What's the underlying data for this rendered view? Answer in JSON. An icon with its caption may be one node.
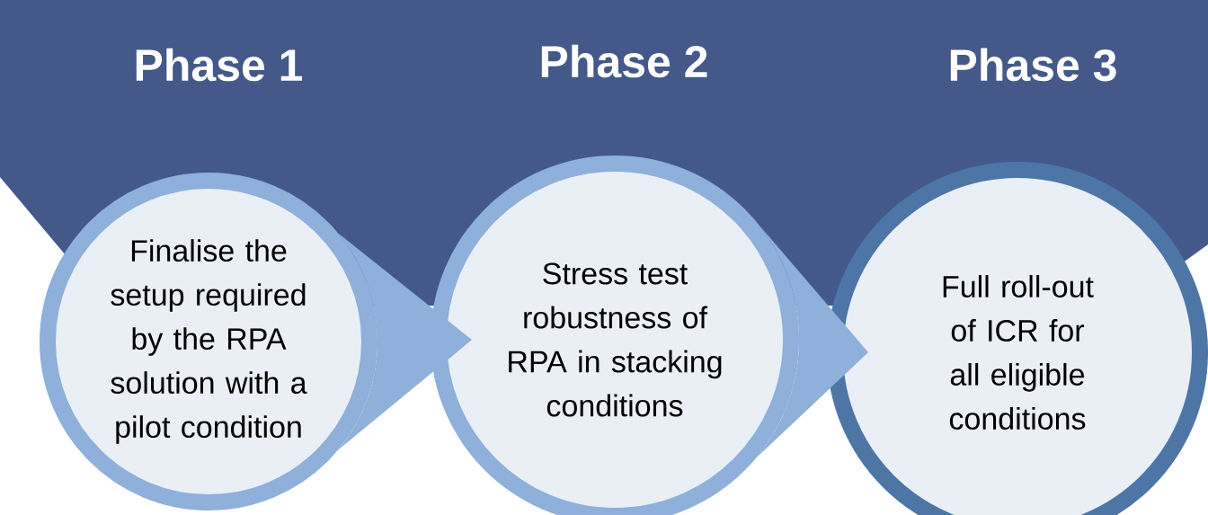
{
  "diagram": {
    "nodes": [
      {
        "text": [
          "Finalise the setup required by the RPA solution with a pilot condition"
        ]
      },
      {
        "text": [
          "Stress test robustness of RPA in stacking conditions"
        ]
      },
      {
        "text": [
          "Full roll-out of ICR for all eligible conditions"
        ]
      }
    ],
    "edges": [
      {
        "from": 0,
        "to": 1,
        "arrow": "to"
      },
      {
        "from": 1,
        "to": 2,
        "arrow": "to"
      }
    ],
    "labels": [
      "Phase 1",
      "Phase 2",
      "Phase 3"
    ]
  }
}
